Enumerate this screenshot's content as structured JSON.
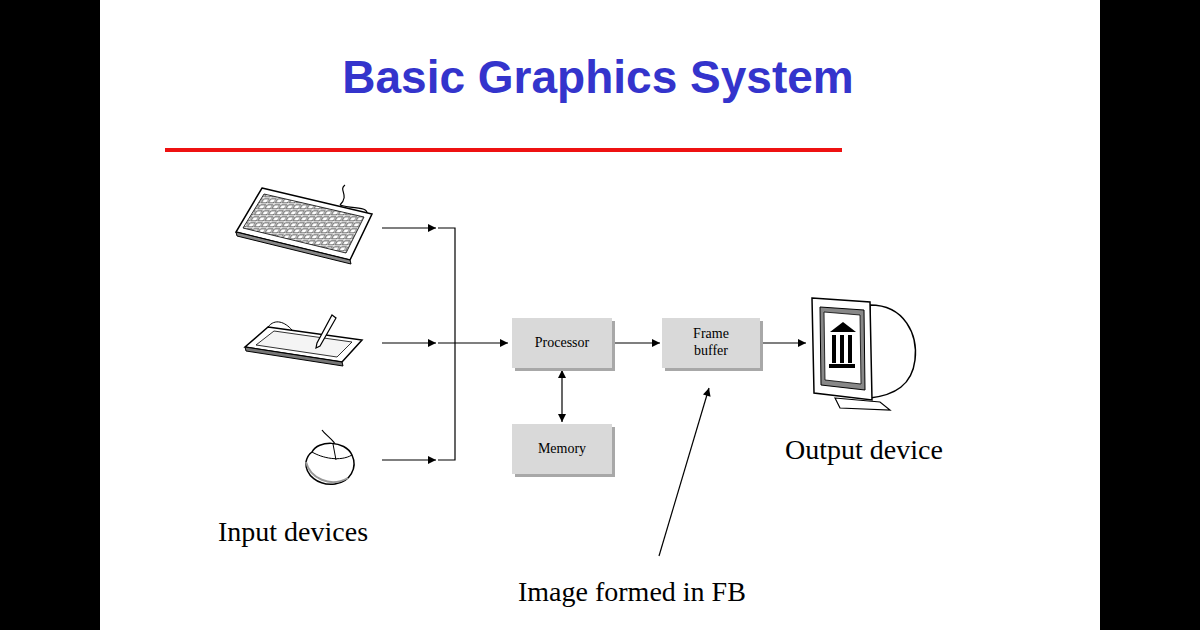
{
  "diagram": {
    "title": "Basic Graphics System",
    "nodes": [
      {
        "text": [
          "Processor"
        ]
      },
      {
        "text": [
          "Frame buffer"
        ]
      },
      {
        "text": [
          "Memory"
        ]
      }
    ],
    "edges": [
      {
        "from": 0,
        "to": 1,
        "arrow": "to"
      },
      {
        "from": 0,
        "to": 2,
        "arrow": "both"
      }
    ],
    "labels": [
      "Input devices",
      "Output device",
      "Image formed in FB"
    ]
  }
}
